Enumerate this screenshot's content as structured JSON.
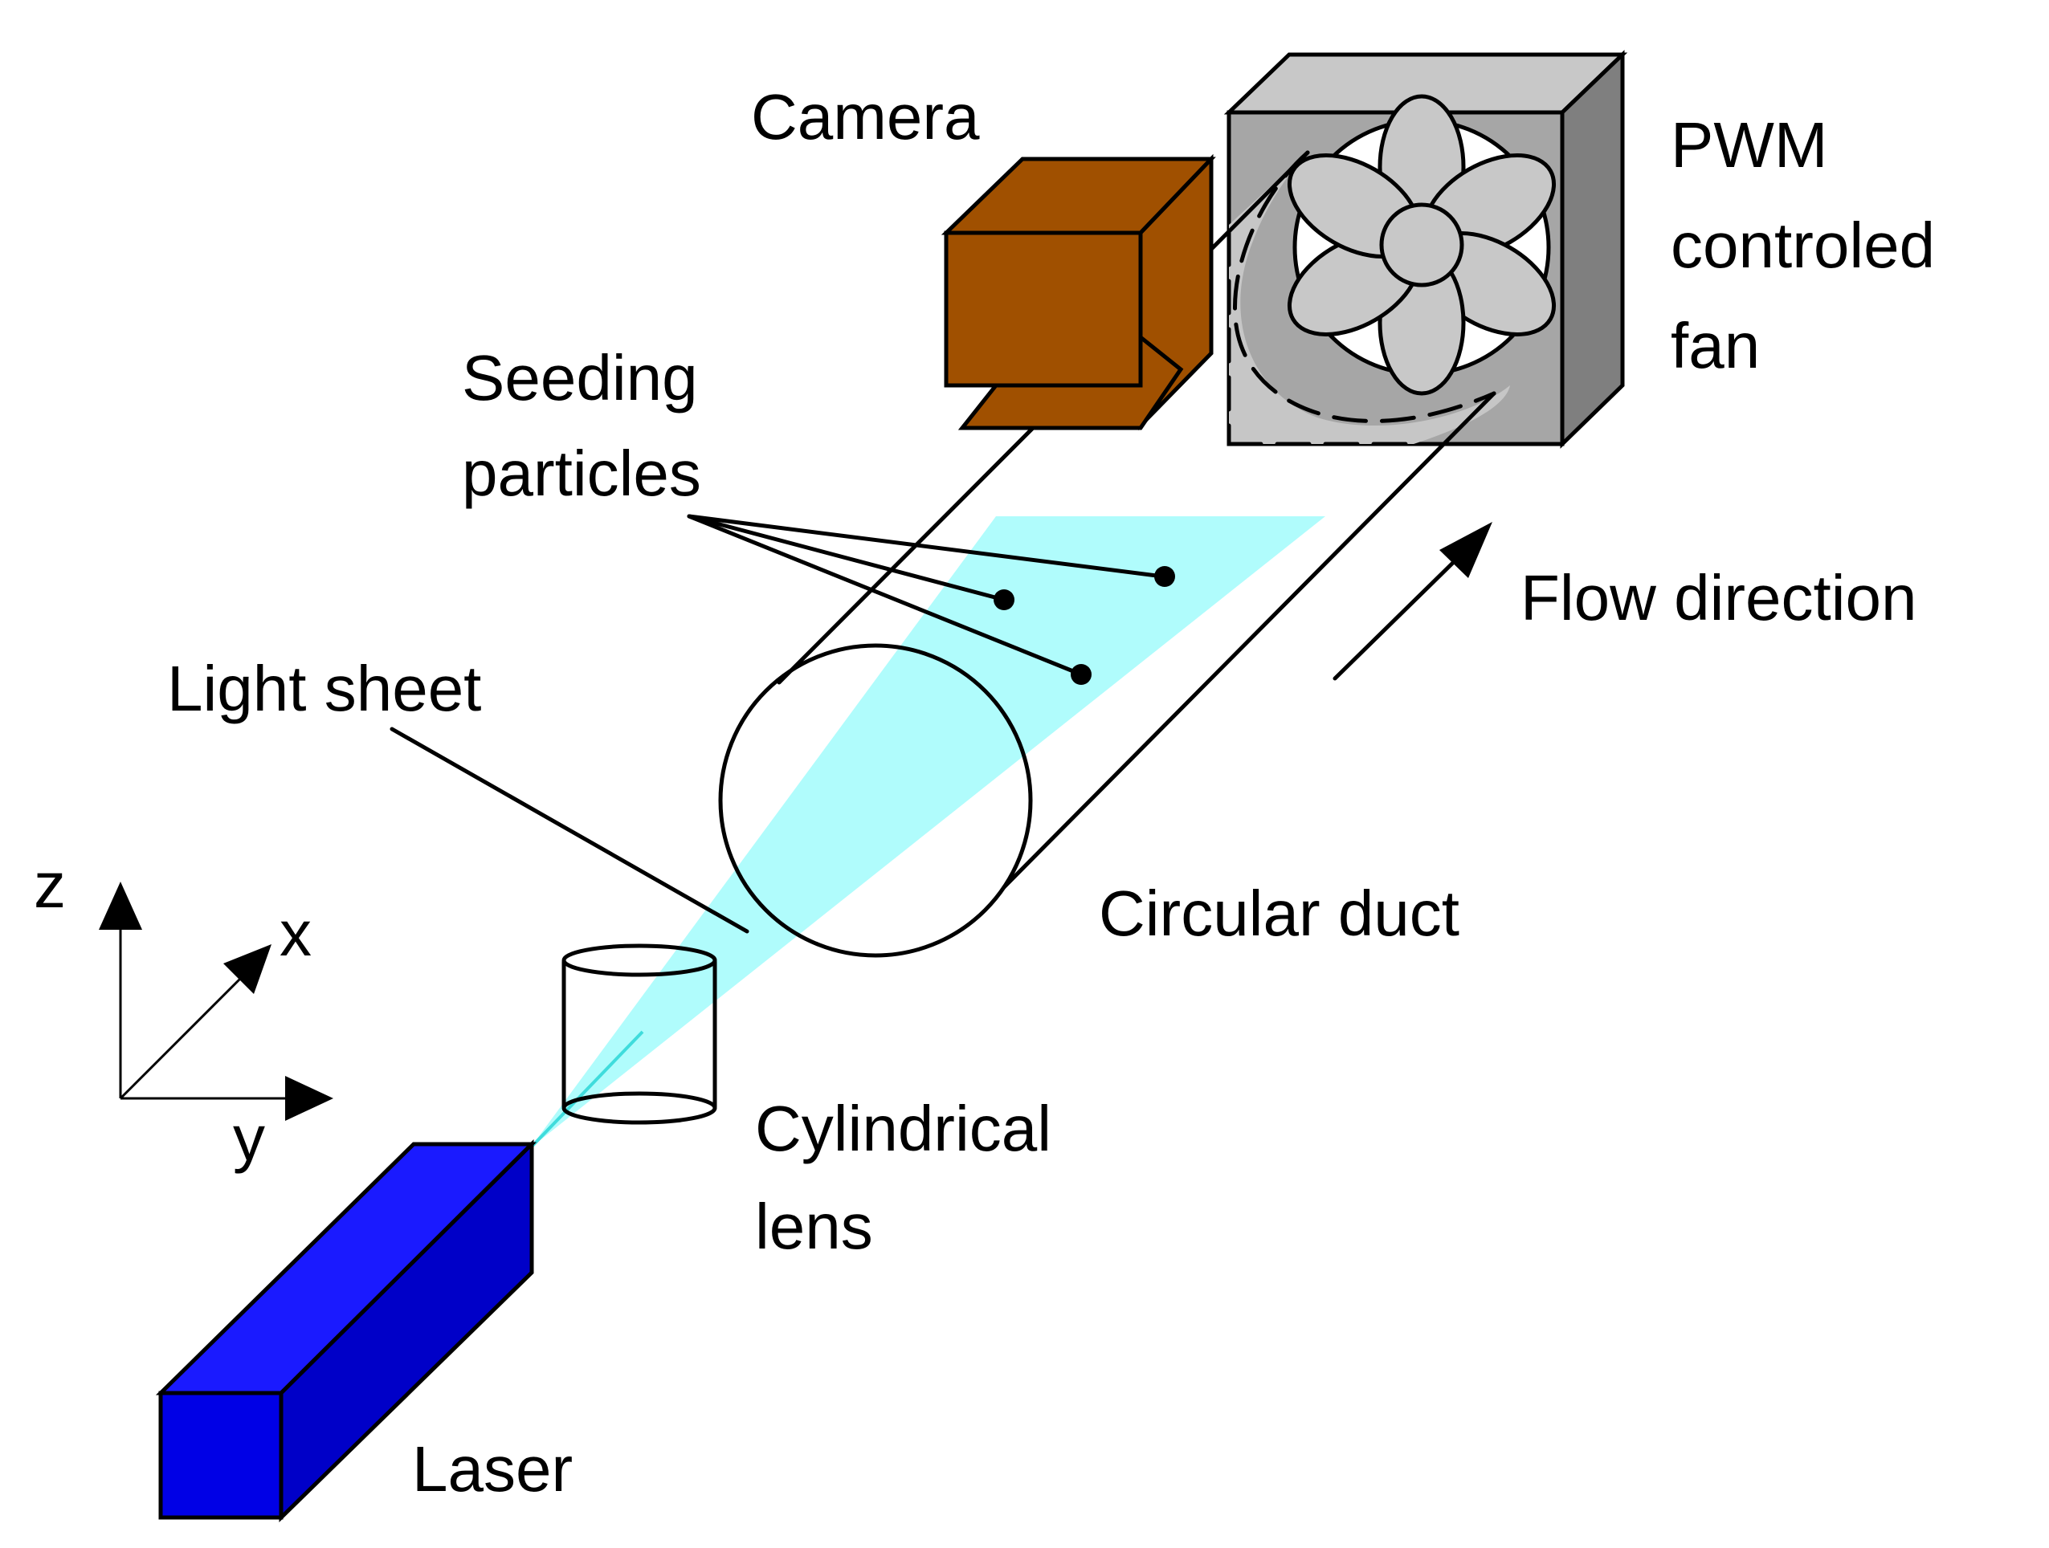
{
  "labels": {
    "camera": "Camera",
    "fan": [
      "PWM",
      "controled",
      "fan"
    ],
    "seeding": [
      "Seeding",
      "particles"
    ],
    "flow": "Flow direction",
    "light_sheet": "Light sheet",
    "duct": "Circular duct",
    "lens": [
      "Cylindrical",
      "lens"
    ],
    "laser": "Laser"
  },
  "axes": {
    "z": "z",
    "x": "x",
    "y": "y"
  },
  "colors": {
    "camera": "#a05000",
    "fan_frame": "#a6a6a6",
    "fan_side": "#888888",
    "fan_blades": "#c8c8c8",
    "light_sheet": "#b0fcfc",
    "laser_front": "#0000e6",
    "laser_top": "#1a1aff",
    "laser_side": "#0000c8"
  }
}
